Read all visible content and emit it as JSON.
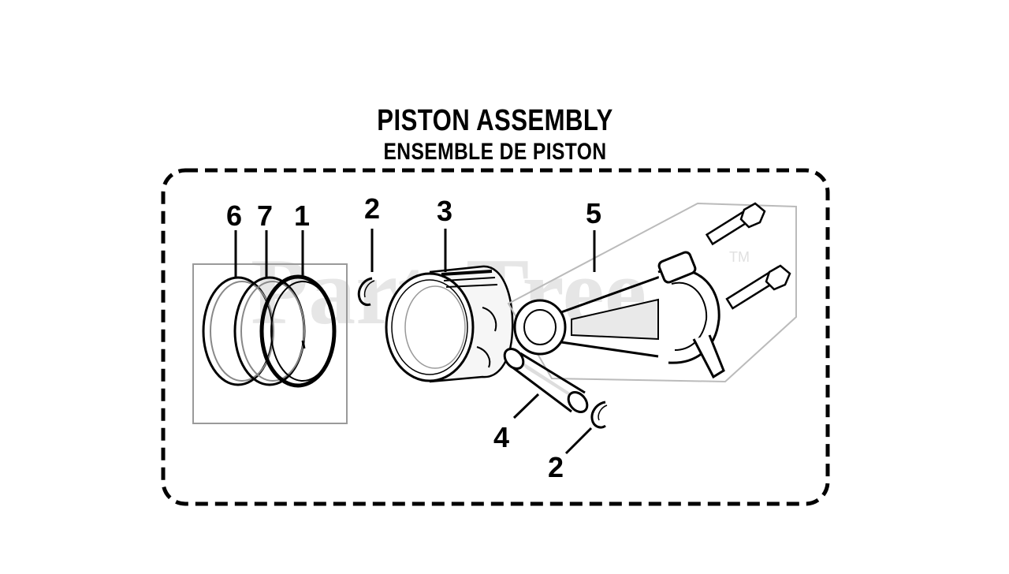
{
  "title": "PISTON ASSEMBLY",
  "subtitle": "ENSEMBLE DE PISTON",
  "watermark": {
    "text": "PartsTree",
    "tm": "TM"
  },
  "callouts": [
    {
      "id": "c6",
      "text": "6"
    },
    {
      "id": "c7",
      "text": "7"
    },
    {
      "id": "c1",
      "text": "1"
    },
    {
      "id": "c2a",
      "text": "2"
    },
    {
      "id": "c3",
      "text": "3"
    },
    {
      "id": "c5",
      "text": "5"
    },
    {
      "id": "c4",
      "text": "4"
    },
    {
      "id": "c2b",
      "text": "2"
    }
  ],
  "parts": [
    {
      "callout": "1",
      "name": "piston-ring-top"
    },
    {
      "callout": "2",
      "name": "piston-pin-clip"
    },
    {
      "callout": "3",
      "name": "piston"
    },
    {
      "callout": "4",
      "name": "piston-pin"
    },
    {
      "callout": "5",
      "name": "connecting-rod"
    },
    {
      "callout": "6",
      "name": "oil-ring"
    },
    {
      "callout": "7",
      "name": "piston-ring-second"
    }
  ],
  "colors": {
    "line": "#000000",
    "watermark": "#e6e6e6",
    "shade": "#cfcfcf"
  }
}
